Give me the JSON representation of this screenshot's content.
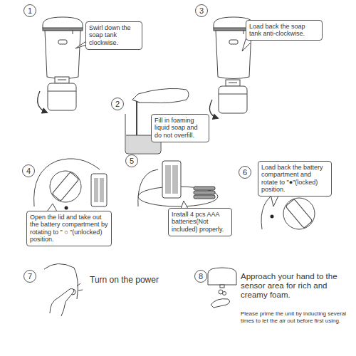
{
  "diagram": {
    "nodes": [
      {
        "text": [
          "1"
        ]
      },
      {
        "text": [
          "Swirl down the soap tank clockwise."
        ]
      },
      {
        "text": [
          "2"
        ]
      },
      {
        "text": [
          "Fill in foaming liquid soap and do not overfill."
        ]
      },
      {
        "text": [
          "3"
        ]
      },
      {
        "text": [
          "Load back the soap tank anti-clockwise."
        ]
      },
      {
        "text": [
          "4"
        ]
      },
      {
        "text": [
          "Open the lid and take out the battery compartment by rotating to \" ○ \"(unlocked) position."
        ]
      },
      {
        "text": [
          "5"
        ]
      },
      {
        "text": [
          "Install 4 pcs AAA batteries(Not included) properly."
        ]
      },
      {
        "text": [
          "6"
        ]
      },
      {
        "text": [
          "Load back the battery compartment and rotate to \"●\"(locked) position."
        ]
      },
      {
        "text": [
          "7"
        ]
      },
      {
        "text": [
          "8"
        ]
      }
    ],
    "labels": [
      "Turn on the power",
      "Approach your hand to the sensor area for rich and creamy foam.",
      "Please prime the unit by inducting several times to let the air out before first using."
    ]
  }
}
